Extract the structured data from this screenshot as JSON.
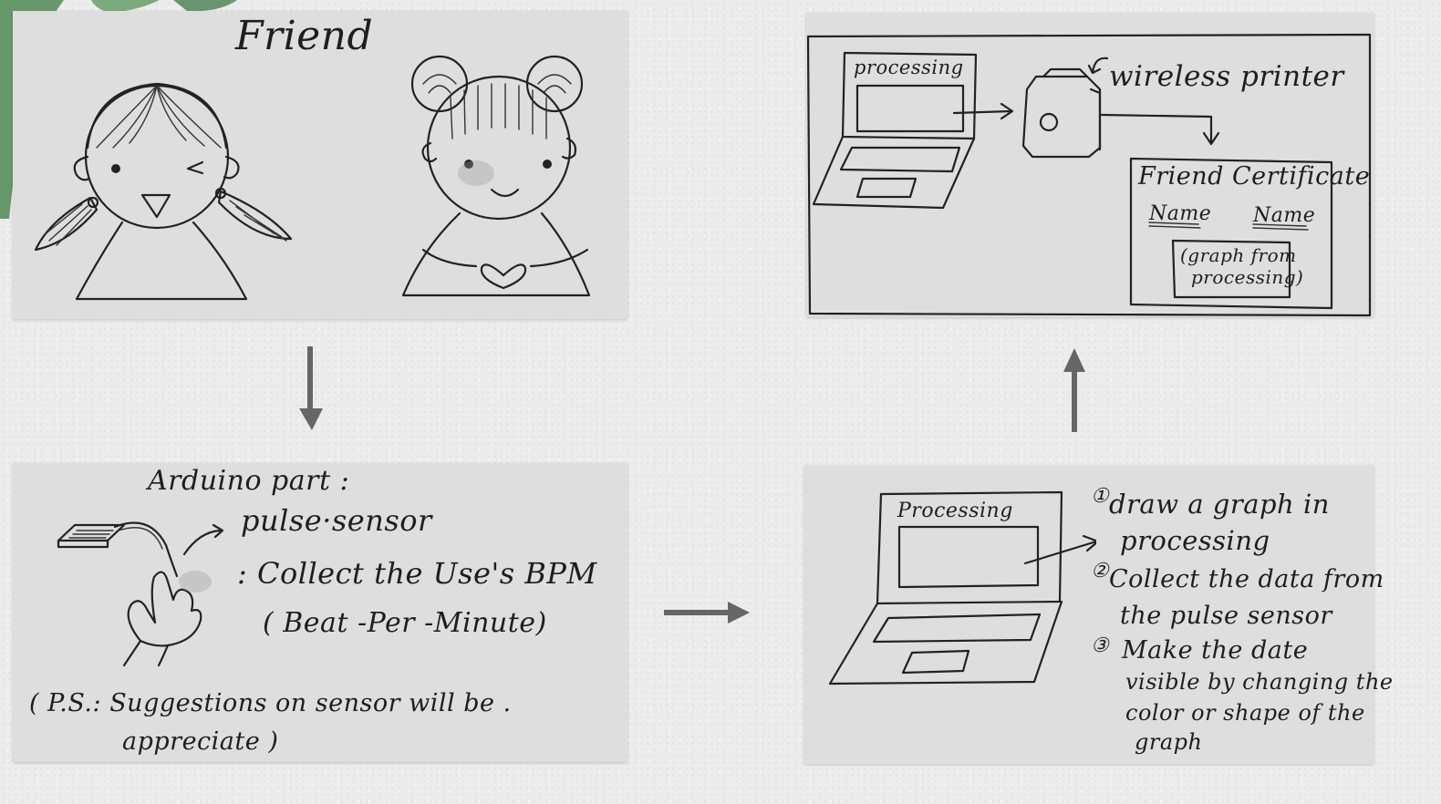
{
  "colors": {
    "background": "#ececec",
    "panel": "#dedede",
    "ink": "#222222",
    "arrow": "#666666",
    "leaf": "#3e7a45"
  },
  "panel1": {
    "title": "Friend",
    "icons": [
      "girl-pigtails-icon",
      "girl-buns-heart-icon"
    ]
  },
  "panel2": {
    "heading": "Arduino part :",
    "sensor": "pulse·sensor",
    "collect": ": Collect the Use's BPM",
    "bpm": "( Beat -Per -Minute)",
    "ps_line1": "( P.S.: Suggestions on sensor will be .",
    "ps_line2": "appreciate )",
    "icons": [
      "pulse-sensor-icon",
      "hand-icon"
    ]
  },
  "panel3": {
    "laptop_label": "Processing",
    "step1a": "draw a graph in",
    "step1b": "processing",
    "step2a": "Collect the data from",
    "step2b": "the pulse sensor",
    "step3a": "Make the date",
    "step3b": "visible by changing the",
    "step3c": "color or shape of the",
    "step3d": "graph",
    "markers": [
      "①",
      "②",
      "③"
    ]
  },
  "panel4": {
    "laptop_label": "processing",
    "printer_label": "wireless printer",
    "certificate_title": "Friend Certificate",
    "name_left": "Name",
    "name_right": "Name",
    "graph_note_1": "(graph from",
    "graph_note_2": "processing)"
  },
  "arrows": [
    "arrow-down",
    "arrow-right",
    "arrow-up"
  ]
}
